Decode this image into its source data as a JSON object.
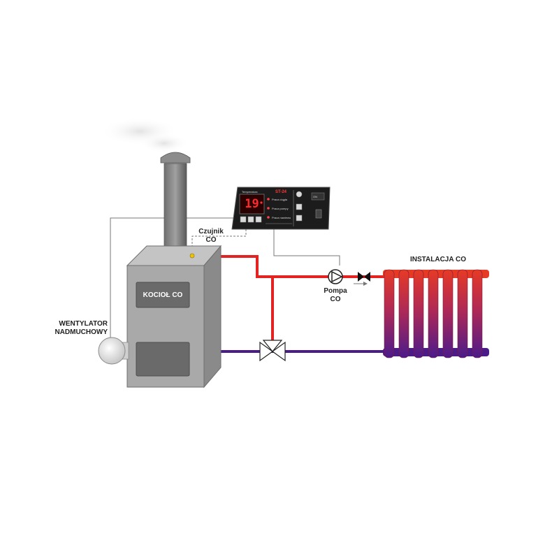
{
  "labels": {
    "sensor": [
      "Czujnik",
      "CO"
    ],
    "boiler": "KOCIOŁ CO",
    "fan": [
      "WENTYLATOR",
      "NADMUCHOWY"
    ],
    "pump": [
      "Pompa",
      "CO"
    ],
    "installation": "INSTALACJA CO"
  },
  "controller": {
    "brand": "ST-24",
    "display_value": "19",
    "header_text": "Temperatura",
    "indicators": [
      "Praca ciągła",
      "Praca pompy",
      "Praca nawiewu"
    ],
    "mini_label": "ON"
  },
  "colors": {
    "supply_pipe": "#e32222",
    "return_pipe": "#4b1b8a",
    "boiler_body": "#a9a9a9",
    "controller_body": "#1c1c1c",
    "display_digits": "#ff2a2a"
  }
}
